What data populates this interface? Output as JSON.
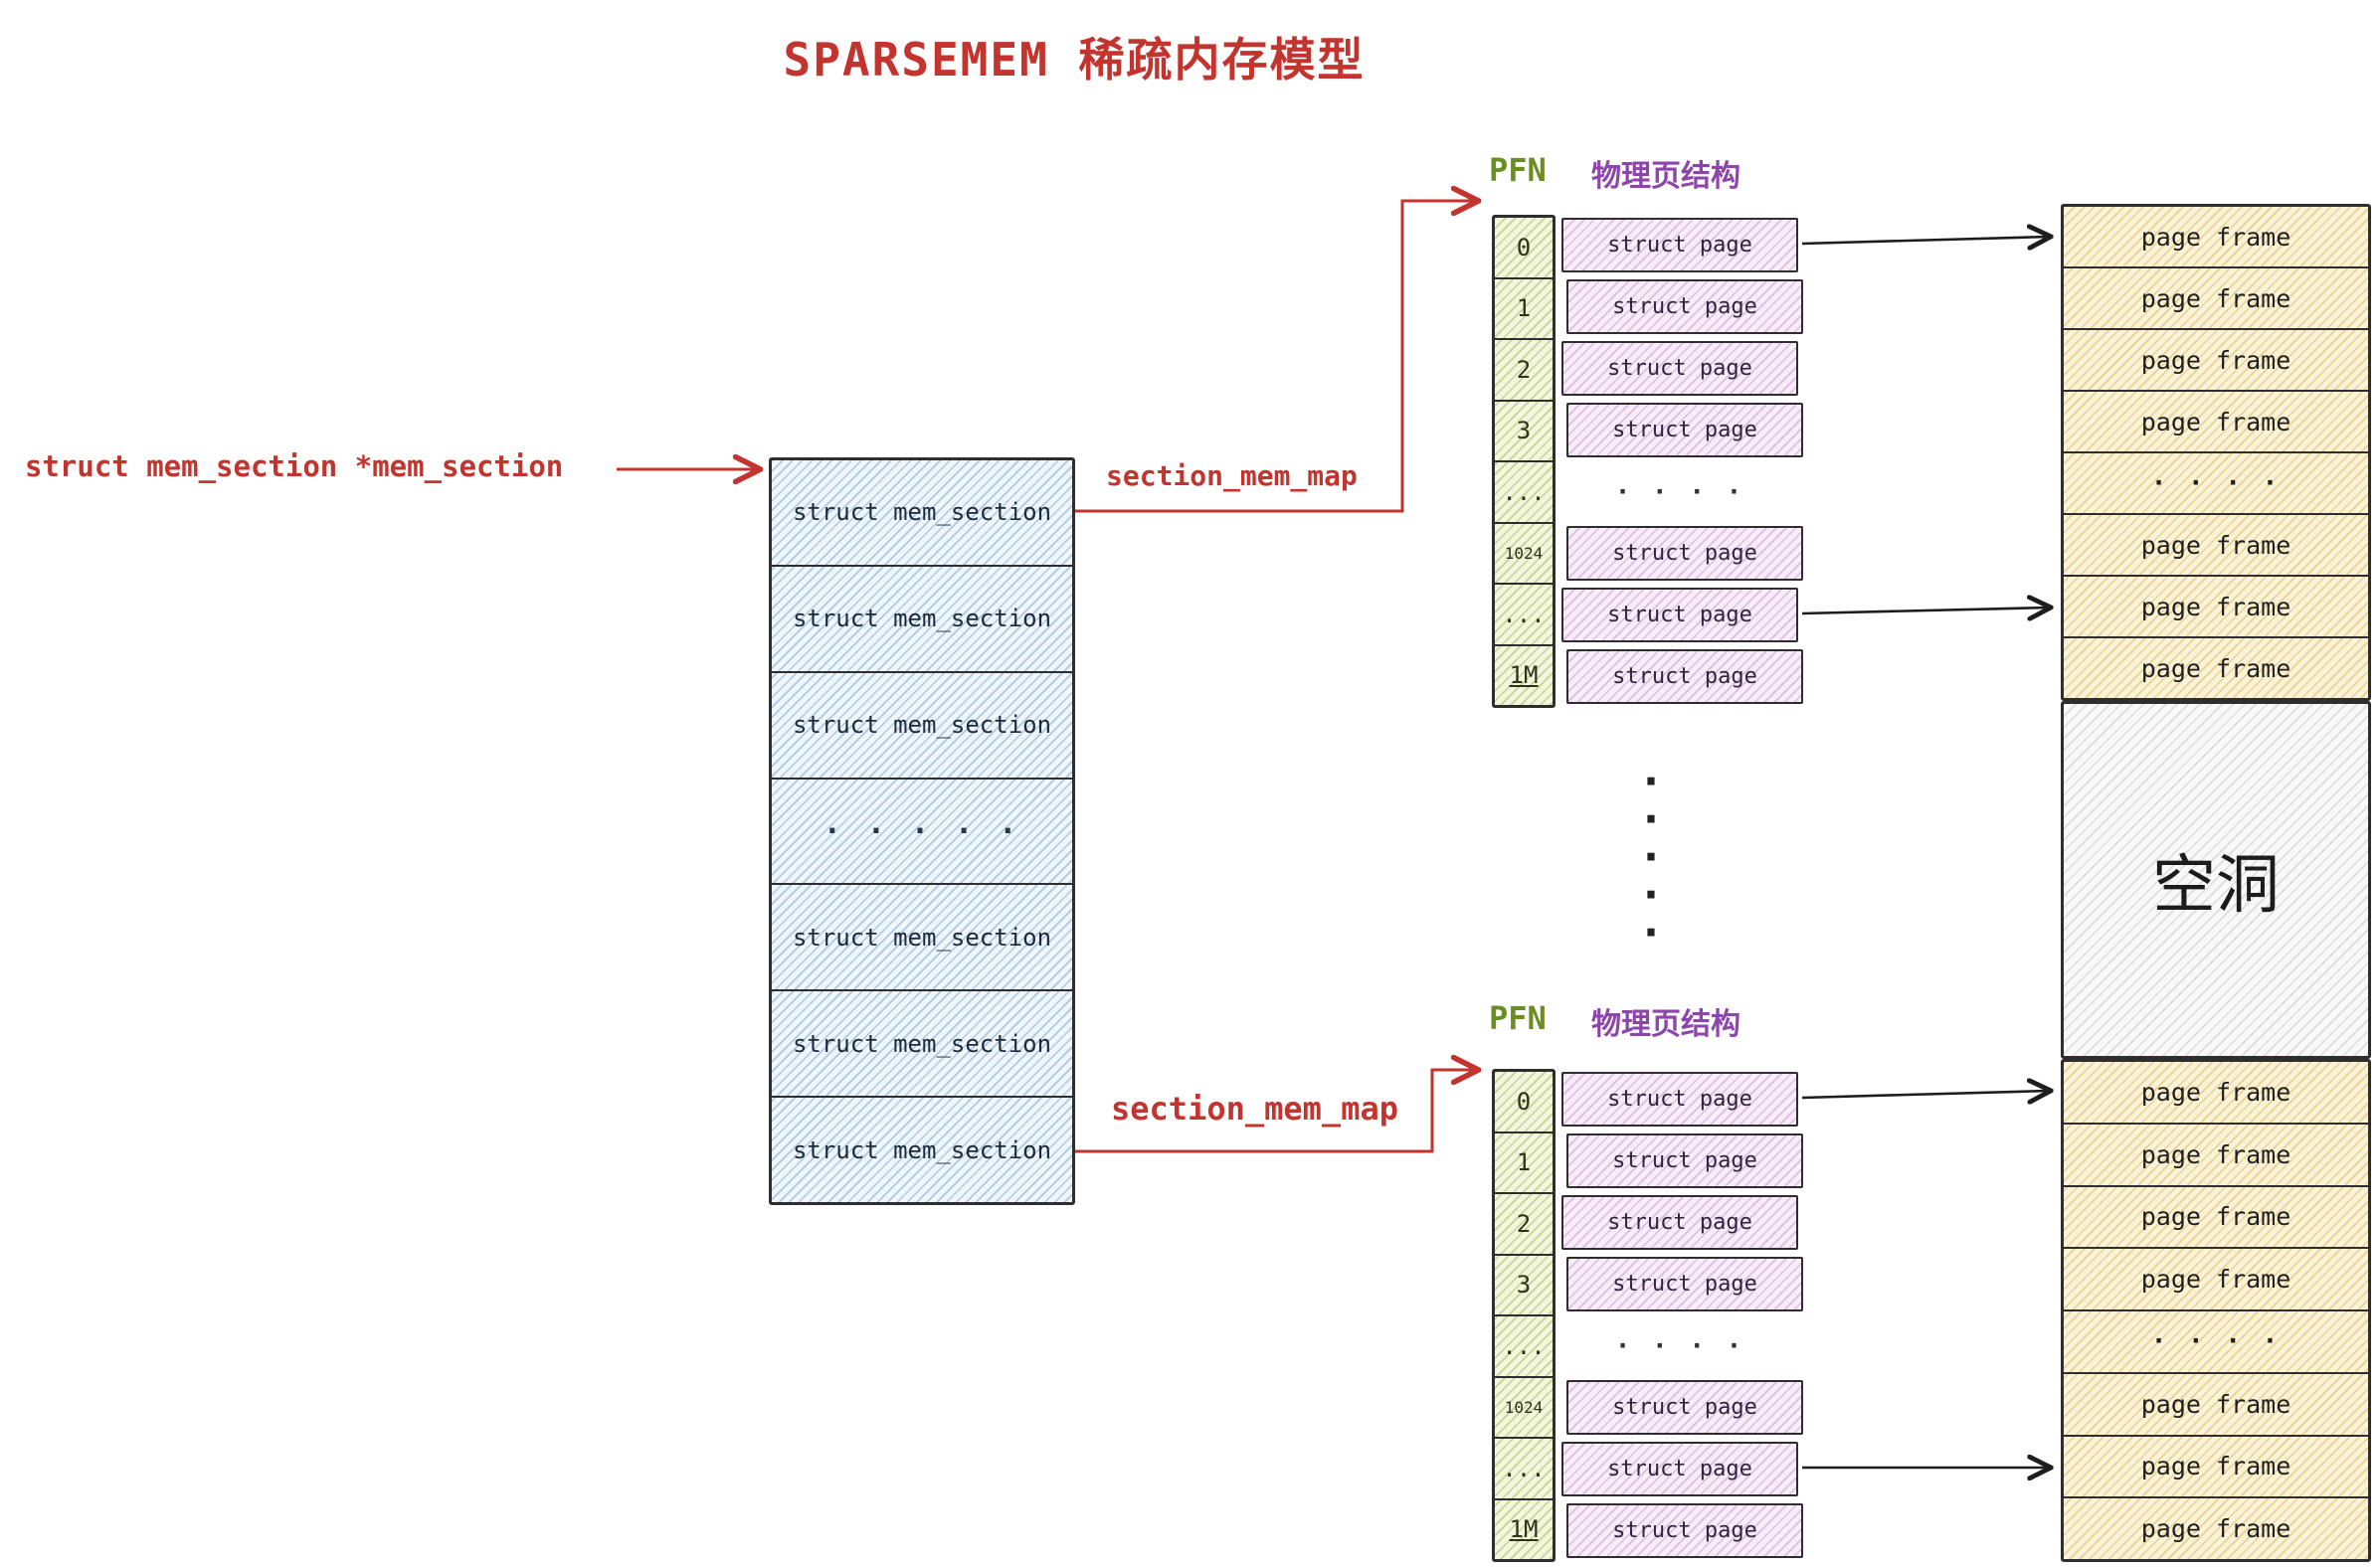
{
  "title": "SPARSEMEM  稀疏内存模型",
  "pointer_label": "struct mem_section *mem_section",
  "links": {
    "top_label": "section_mem_map",
    "bottom_label": "section_mem_map"
  },
  "mem_section_array": {
    "rows": [
      "struct mem_section",
      "struct mem_section",
      "struct mem_section",
      "· · · · ·",
      "struct mem_section",
      "struct mem_section",
      "struct mem_section"
    ]
  },
  "pfn_top": {
    "pfn_header": "PFN",
    "struct_header": "物理页结构",
    "pfn_values": [
      "0",
      "1",
      "2",
      "3",
      "...",
      "1024",
      "...",
      "1M"
    ],
    "page_rows": [
      "struct page",
      "struct page",
      "struct page",
      "struct page",
      "· · · ·",
      "struct page",
      "struct page",
      "struct page"
    ]
  },
  "pfn_bottom": {
    "pfn_header": "PFN",
    "struct_header": "物理页结构",
    "pfn_values": [
      "0",
      "1",
      "2",
      "3",
      "...",
      "1024",
      "...",
      "1M"
    ],
    "page_rows": [
      "struct page",
      "struct page",
      "struct page",
      "struct page",
      "· · · ·",
      "struct page",
      "struct page",
      "struct page"
    ]
  },
  "frames_top": {
    "rows": [
      "page frame",
      "page frame",
      "page frame",
      "page frame",
      "· · · ·",
      "page frame",
      "page frame",
      "page frame"
    ]
  },
  "frames_bottom": {
    "rows": [
      "page frame",
      "page frame",
      "page frame",
      "page frame",
      "· · · ·",
      "page frame",
      "page frame",
      "page frame"
    ]
  },
  "hole": {
    "label": "空洞"
  },
  "dots_vertical": "·\n·\n·\n·\n·",
  "colors": {
    "accent_red": "#c3342f",
    "green_label": "#6b8e23",
    "purple_label": "#8e44ad"
  }
}
